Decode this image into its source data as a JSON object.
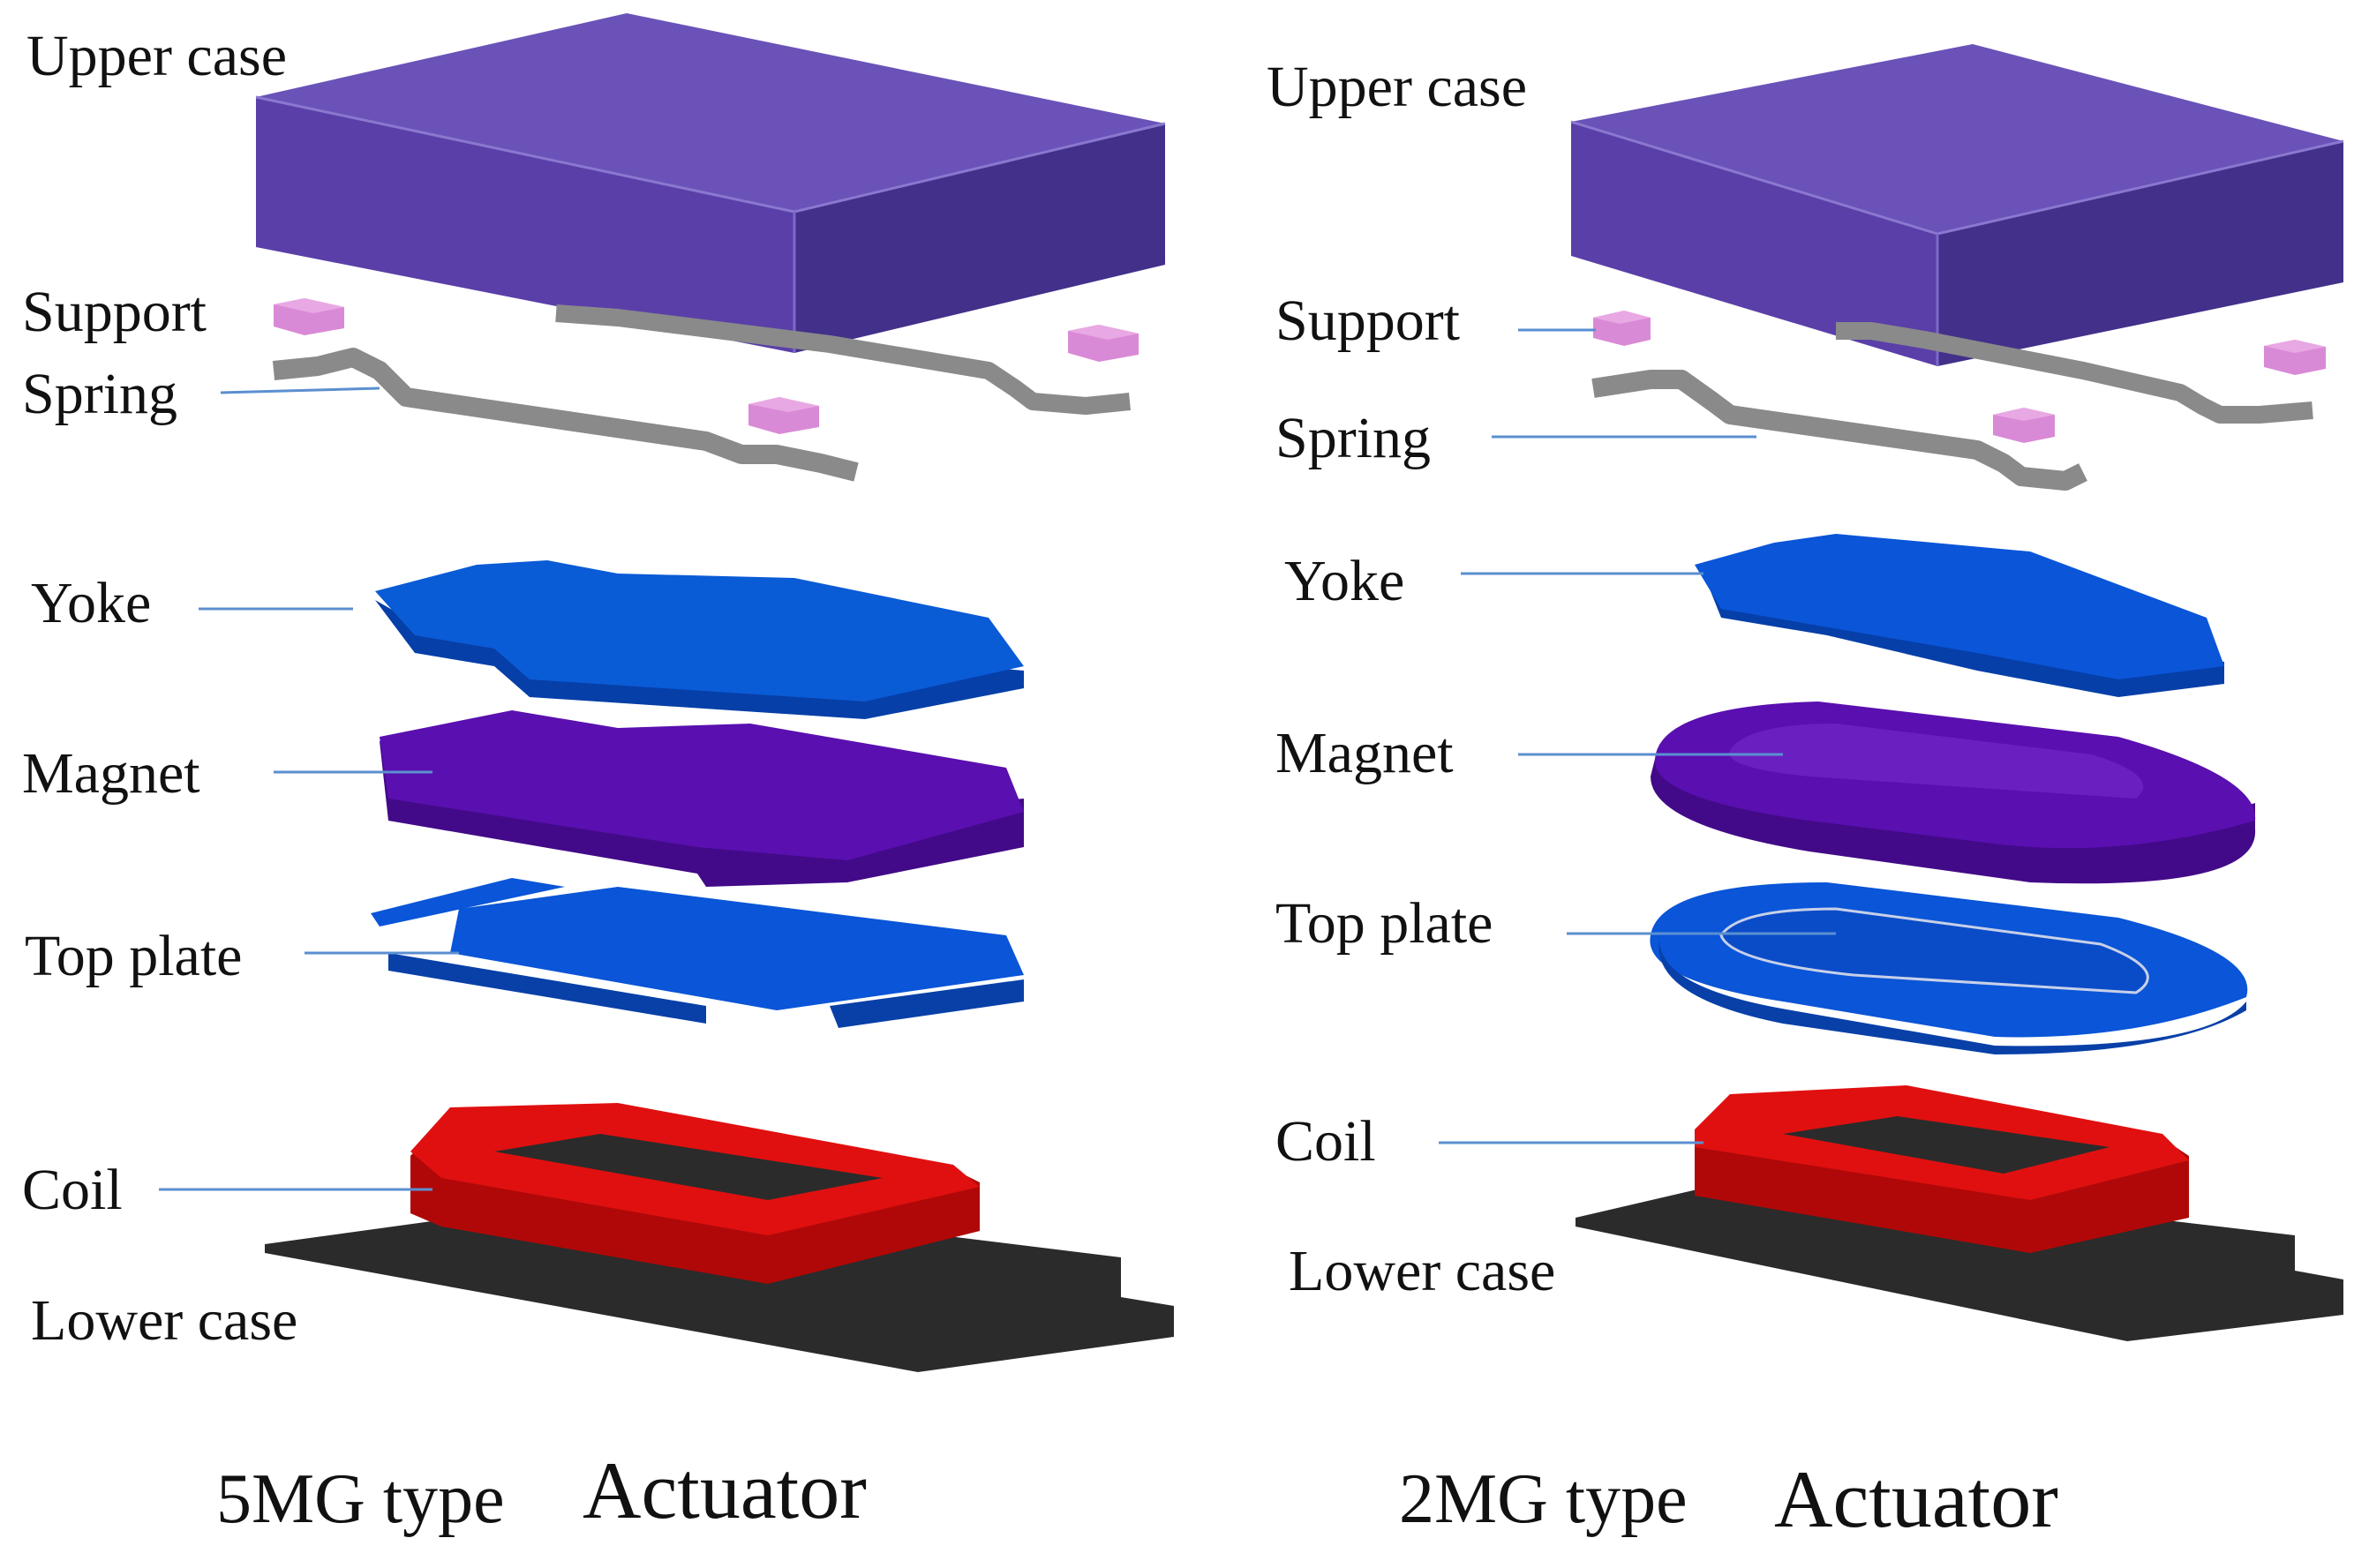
{
  "panels": [
    {
      "caption_type": "5MG type",
      "caption_word": "Actuator",
      "labels": {
        "upper_case": "Upper case",
        "support": "Support",
        "spring": "Spring",
        "yoke": "Yoke",
        "magnet": "Magnet",
        "top_plate": "Top plate",
        "coil": "Coil",
        "lower_case": "Lower case"
      }
    },
    {
      "caption_type": "2MG type",
      "caption_word": "Actuator",
      "labels": {
        "upper_case": "Upper case",
        "support": "Support",
        "spring": "Spring",
        "yoke": "Yoke",
        "magnet": "Magnet",
        "top_plate": "Top plate",
        "coil": "Coil",
        "lower_case": "Lower case"
      }
    }
  ],
  "colors": {
    "upper_case_top": "#6a52b8",
    "upper_case_front": "#5a3fa8",
    "upper_case_side": "#43308a",
    "support": "#d98ad6",
    "spring": "#8a8a8a",
    "yoke": "#0a5bd6",
    "yoke_dark": "#063fa8",
    "magnet": "#5a0fb0",
    "magnet_dark": "#420a88",
    "top_plate": "#0a55d8",
    "top_plate_dark": "#0840a8",
    "coil": "#e01010",
    "coil_dark": "#b00808",
    "lower_case": "#2b2b2b",
    "leader": "#5b8fd0"
  }
}
